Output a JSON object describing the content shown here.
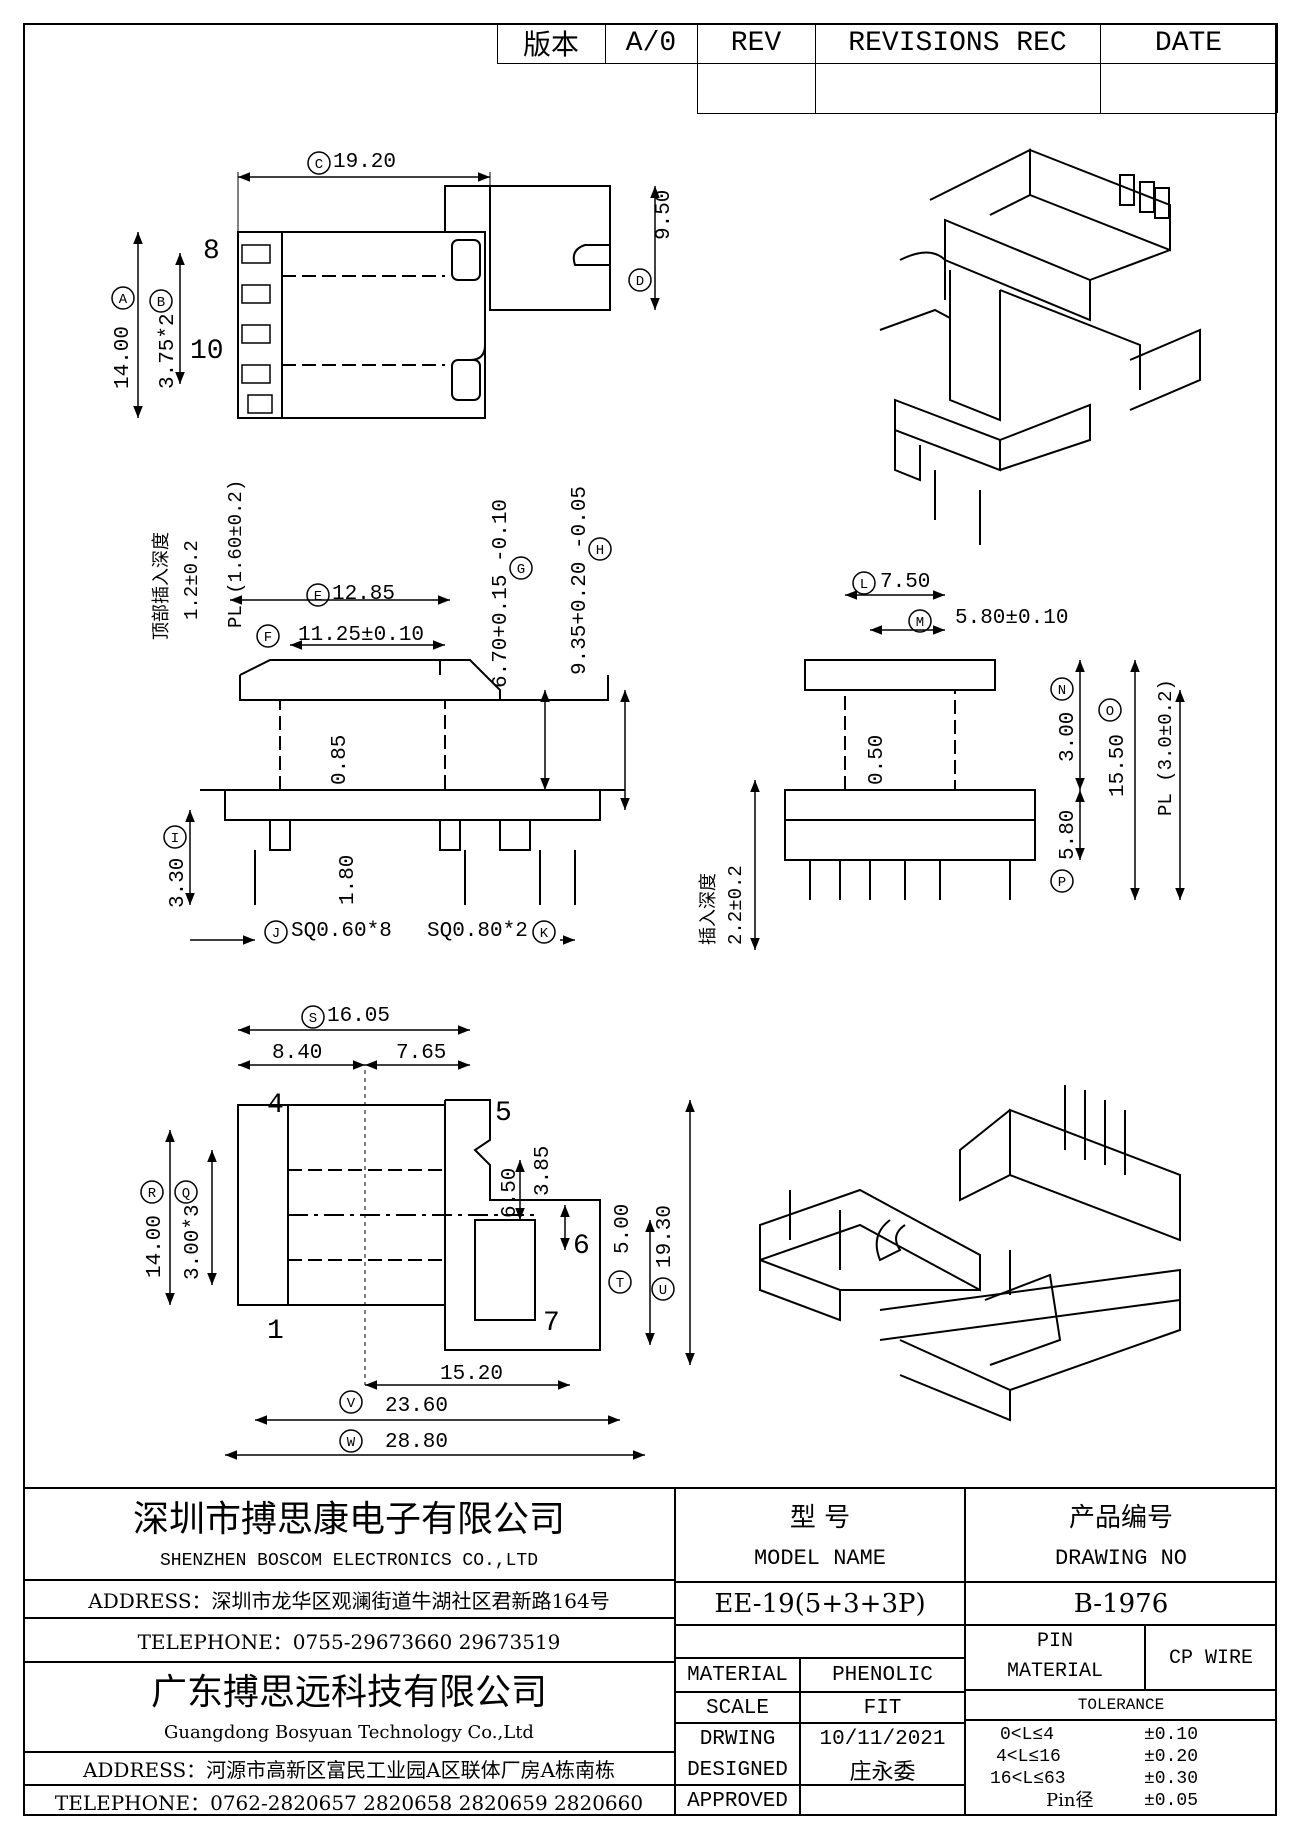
{
  "revision_table": {
    "version_label": "版本",
    "version_value": "A/0",
    "rev_label": "REV",
    "revisions_label": "REVISIONS REC",
    "date_label": "DATE"
  },
  "pin_labels": {
    "top_view": [
      "8",
      "10"
    ],
    "bottom_view": [
      "4",
      "5",
      "6",
      "1",
      "7"
    ]
  },
  "dimensions": {
    "top_view": [
      {
        "mark": "C",
        "value": "19.20"
      },
      {
        "mark": "D",
        "value": "9.50"
      },
      {
        "mark": "A",
        "value": "14.00"
      },
      {
        "mark": "B",
        "value": "3.75*2"
      }
    ],
    "side_view_left": [
      {
        "mark": "E",
        "value": "12.85"
      },
      {
        "mark": "",
        "value": "11.25±0.10"
      },
      {
        "mark": "F",
        "value": ""
      },
      {
        "mark": "G",
        "value": "6.70+0.15 -0.10"
      },
      {
        "mark": "H",
        "value": "9.35+0.20 -0.05"
      },
      {
        "mark": "",
        "value": "0.85"
      },
      {
        "mark": "I",
        "value": "3.30"
      },
      {
        "mark": "",
        "value": "1.80"
      },
      {
        "mark": "J",
        "value": "SQ0.60*8"
      },
      {
        "mark": "K",
        "value": "SQ0.80*2"
      },
      {
        "mark": "",
        "value": "PL (1.60±0.2)"
      },
      {
        "mark": "",
        "value": "1.2±0.2"
      },
      {
        "mark": "",
        "value": "顶部插入深度"
      }
    ],
    "side_view_right": [
      {
        "mark": "L",
        "value": "7.50"
      },
      {
        "mark": "M",
        "value": "5.80±0.10"
      },
      {
        "mark": "N",
        "value": "3.00"
      },
      {
        "mark": "O",
        "value": "15.50"
      },
      {
        "mark": "",
        "value": "PL (3.0±0.2)"
      },
      {
        "mark": "",
        "value": "0.50"
      },
      {
        "mark": "",
        "value": "5.80"
      },
      {
        "mark": "P",
        "value": ""
      },
      {
        "mark": "",
        "value": "插入深度"
      },
      {
        "mark": "",
        "value": "2.2±0.2"
      }
    ],
    "bottom_view": [
      {
        "mark": "S",
        "value": "16.05"
      },
      {
        "mark": "",
        "value": "8.40"
      },
      {
        "mark": "",
        "value": "7.65"
      },
      {
        "mark": "R",
        "value": "14.00"
      },
      {
        "mark": "Q",
        "value": "3.00*3"
      },
      {
        "mark": "",
        "value": "6.50"
      },
      {
        "mark": "",
        "value": "3.85"
      },
      {
        "mark": "T",
        "value": "5.00"
      },
      {
        "mark": "U",
        "value": "19.30"
      },
      {
        "mark": "",
        "value": "15.20"
      },
      {
        "mark": "V",
        "value": "23.60"
      },
      {
        "mark": "W",
        "value": "28.80"
      }
    ]
  },
  "title_block": {
    "company1_cn": "深圳市搏思康电子有限公司",
    "company1_en": "SHENZHEN BOSCOM ELECTRONICS CO.,LTD",
    "address1": "ADDRESS：深圳市龙华区观澜街道牛湖社区君新路164号",
    "telephone1": "TELEPHONE：0755-29673660 29673519",
    "company2_cn": "广东搏思远科技有限公司",
    "company2_en": "Guangdong Bosyuan Technology Co.,Ltd",
    "address2": "ADDRESS：河源市高新区富民工业园A区联体厂房A栋南栋",
    "telephone2": "TELEPHONE：0762-2820657 2820658 2820659 2820660",
    "model_label_cn": "型     号",
    "model_label_en": "MODEL NAME",
    "model_value": "EE-19(5+3+3P)",
    "drawing_no_label_cn": "产品编号",
    "drawing_no_label_en": "DRAWING NO",
    "drawing_no_value": "B-1976",
    "material_label": "MATERIAL",
    "material_value": "PHENOLIC",
    "scale_label": "SCALE",
    "scale_value": "FIT",
    "drawing_label": "DRWING",
    "drawing_date": "10/11/2021",
    "designed_label": "DESIGNED",
    "designed_value": "庄永委",
    "approved_label": "APPROVED",
    "approved_value": "",
    "pin_material_label_1": "PIN",
    "pin_material_label_2": "MATERIAL",
    "pin_material_value": "CP WIRE",
    "tolerance_label": "TOLERANCE",
    "tolerances": [
      {
        "range": "0<L≤4",
        "value": "±0.10"
      },
      {
        "range": "4<L≤16",
        "value": "±0.20"
      },
      {
        "range": "16<L≤63",
        "value": "±0.30"
      },
      {
        "range": "Pin径",
        "value": "±0.05"
      }
    ]
  }
}
